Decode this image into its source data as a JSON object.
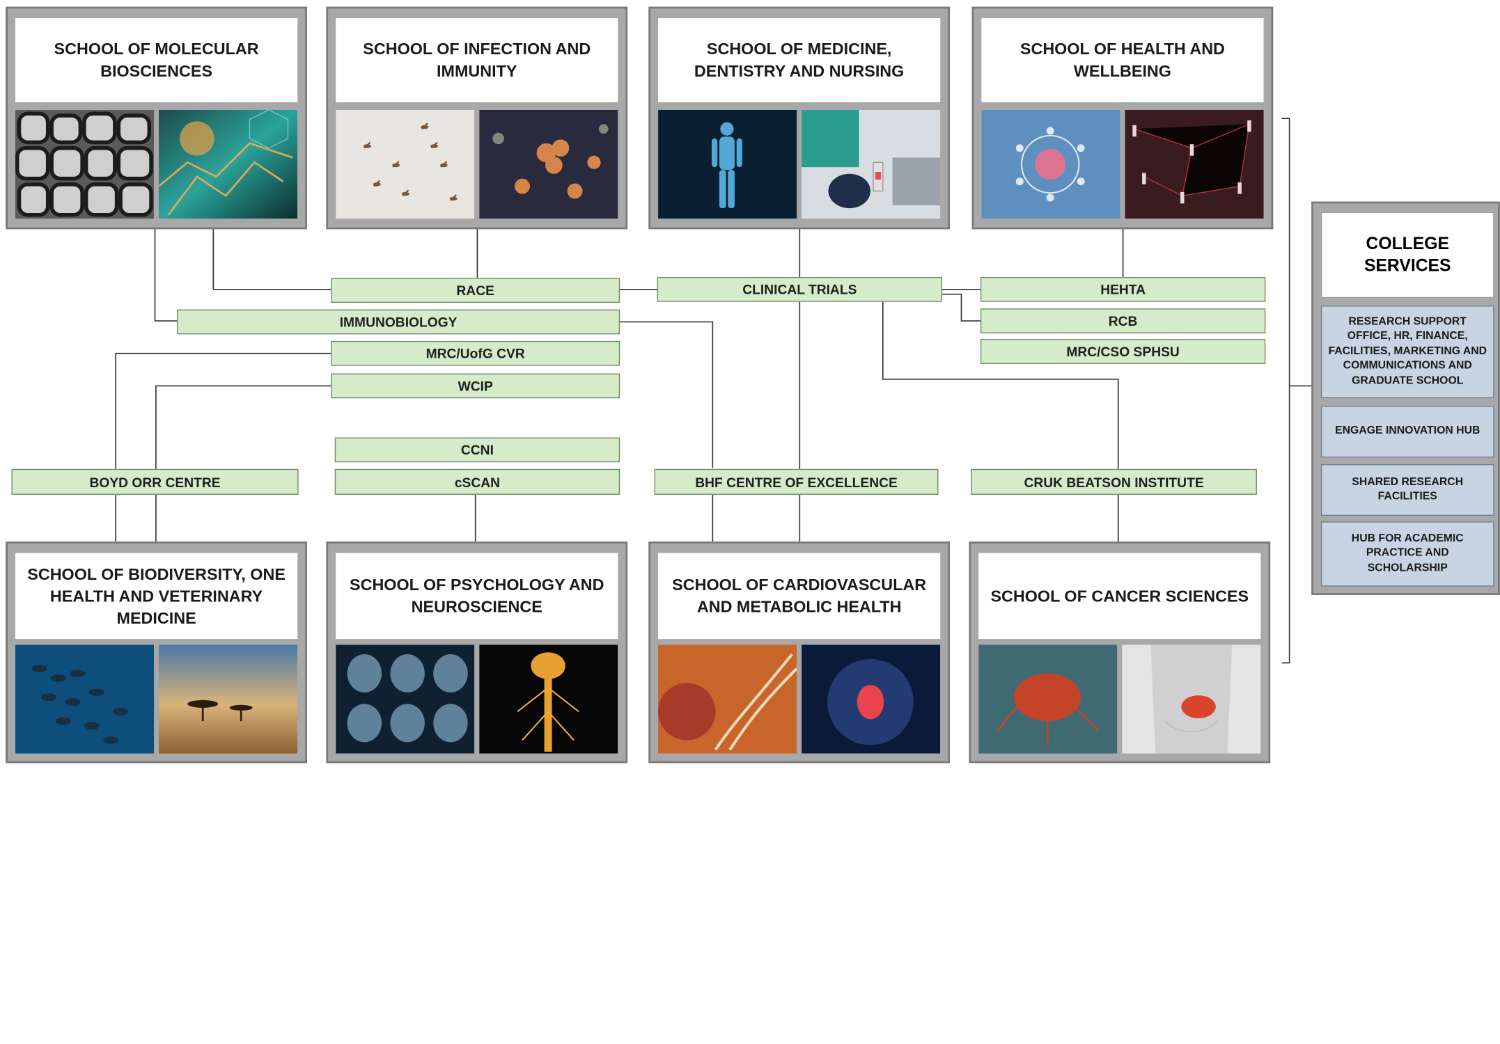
{
  "schools_top": [
    {
      "title": "SCHOOL OF MOLECULAR BIOSCIENCES",
      "images": [
        "cell-structure-image",
        "molecular-lattice-image"
      ]
    },
    {
      "title": "SCHOOL OF INFECTION AND IMMUNITY",
      "images": [
        "mosquitoes-image",
        "antibodies-image"
      ]
    },
    {
      "title": "SCHOOL OF MEDICINE, DENTISTRY AND NURSING",
      "images": [
        "digital-human-image",
        "clinician-laptop-image"
      ]
    },
    {
      "title": "SCHOOL OF HEALTH AND WELLBEING",
      "images": [
        "health-icons-hands-image",
        "population-network-image"
      ]
    }
  ],
  "schools_bottom": [
    {
      "title": "SCHOOL OF BIODIVERSITY, ONE HEALTH AND VETERINARY MEDICINE",
      "images": [
        "fish-shoal-image",
        "savanna-trees-image"
      ]
    },
    {
      "title": "SCHOOL OF PSYCHOLOGY AND NEUROSCIENCE",
      "images": [
        "brain-scans-image",
        "nervous-system-image"
      ]
    },
    {
      "title": "SCHOOL OF CARDIOVASCULAR AND METABOLIC HEALTH",
      "images": [
        "dna-helix-image",
        "heart-xray-image"
      ]
    },
    {
      "title": "SCHOOL OF CANCER SCIENCES",
      "images": [
        "tumour-cell-image",
        "digestive-organs-image"
      ]
    }
  ],
  "centres": {
    "race": "RACE",
    "immunobiology": "IMMUNOBIOLOGY",
    "mrc_cvr": "MRC/UofG CVR",
    "wcip": "WCIP",
    "clinical_trials": "CLINICAL TRIALS",
    "hehta": "HEHTA",
    "rcb": "RCB",
    "mrc_sphsu": "MRC/CSO SPHSU",
    "ccni": "CCNI",
    "cscan": "cSCAN",
    "boyd_orr": "BOYD ORR CENTRE",
    "bhf": "BHF CENTRE OF EXCELLENCE",
    "cruk": "CRUK BEATSON INSTITUTE"
  },
  "college_services": {
    "title": "COLLEGE SERVICES",
    "items": [
      "RESEARCH SUPPORT OFFICE, HR, FINANCE, FACILITIES, MARKETING AND COMMUNICATIONS AND GRADUATE SCHOOL",
      "ENGAGE INNOVATION HUB",
      "SHARED RESEARCH FACILITIES",
      "HUB FOR ACADEMIC PRACTICE AND SCHOLARSHIP"
    ]
  },
  "colors": {
    "centre_fill": "#d6ebca",
    "service_fill": "#c8d3e3",
    "frame_grey": "#a8a8a8",
    "connector": "#333333"
  }
}
